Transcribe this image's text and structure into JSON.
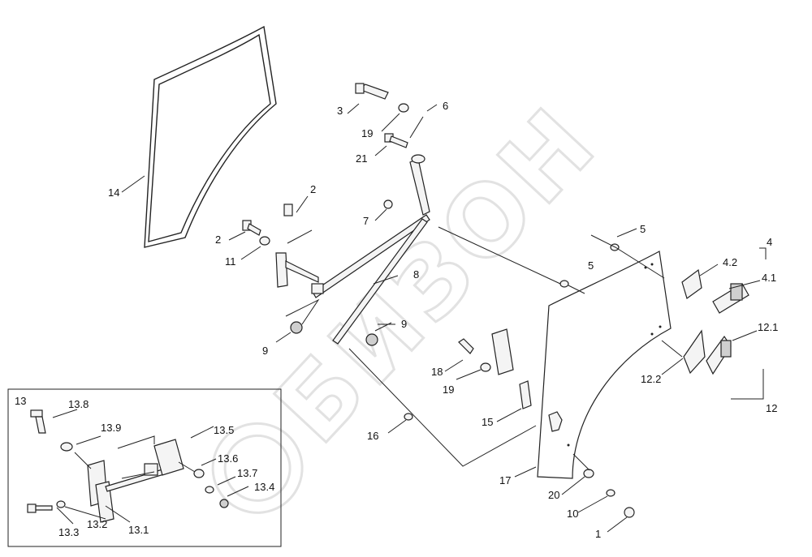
{
  "watermark": {
    "text": "БИЗОН"
  },
  "labels": {
    "l1": "1",
    "l2a": "2",
    "l2b": "2",
    "l3": "3",
    "l4": "4",
    "l4_1": "4.1",
    "l4_2": "4.2",
    "l5a": "5",
    "l5b": "5",
    "l6": "6",
    "l7": "7",
    "l8": "8",
    "l9a": "9",
    "l9b": "9",
    "l10": "10",
    "l11": "11",
    "l12": "12",
    "l12_1": "12.1",
    "l12_2": "12.2",
    "l13": "13",
    "l13_1": "13.1",
    "l13_2": "13.2",
    "l13_3": "13.3",
    "l13_4": "13.4",
    "l13_5": "13.5",
    "l13_6": "13.6",
    "l13_7": "13.7",
    "l13_8": "13.8",
    "l13_9": "13.9",
    "l14": "14",
    "l15": "15",
    "l16": "16",
    "l17": "17",
    "l18": "18",
    "l19a": "19",
    "l19b": "19",
    "l20": "20",
    "l21": "21"
  }
}
